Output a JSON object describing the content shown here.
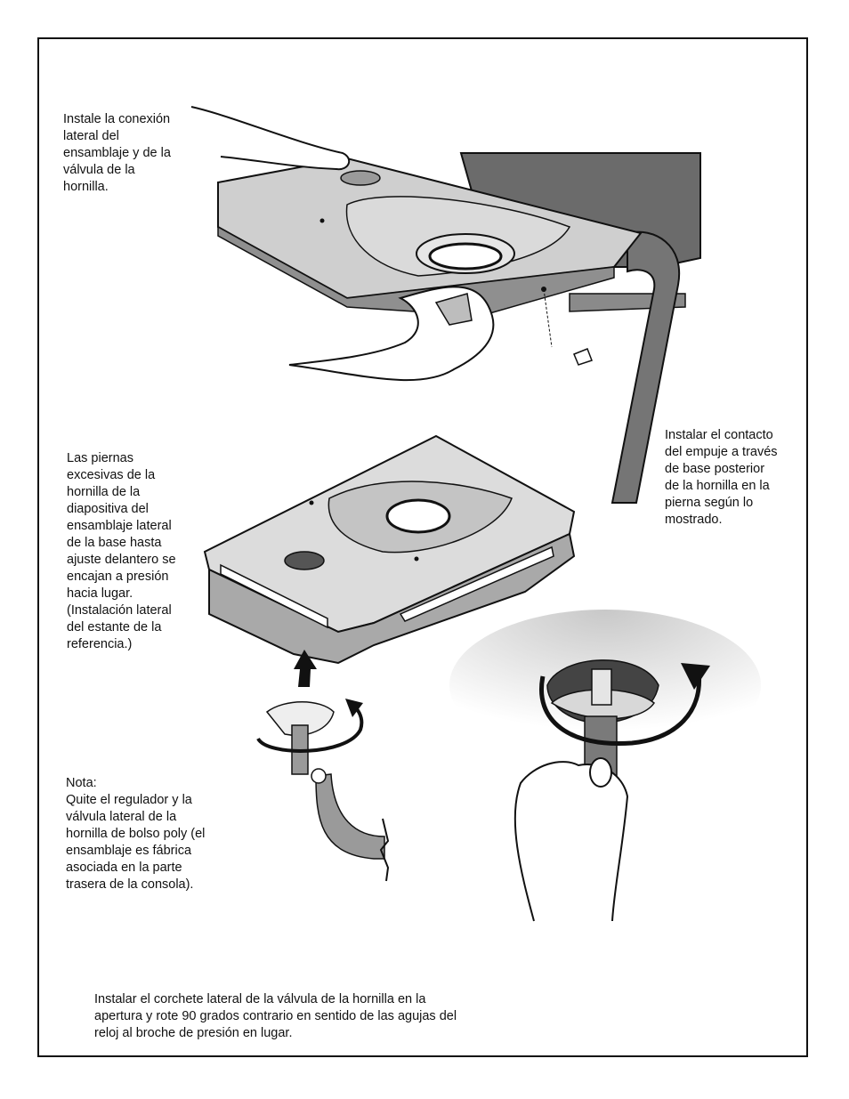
{
  "notes": {
    "top": "Instale la conexión\nlateral del\nensamblaje y de la\nválvula de la\nhornilla.",
    "right": "Instalar el contacto\ndel empuje a través\nde base posterior\nde la hornilla en la\npierna según lo\nmostrado.",
    "middle": "Las piernas\nexcesivas de la\nhornilla de la\ndiapositiva del\nensamblaje lateral\nde la base hasta\najuste delantero se\nencajan a presión\nhacia lugar.\n(Instalación lateral\ndel estante de la\nreferencia.)",
    "nota": "Nota:\nQuite el regulador y la\nválvula lateral de la\nhornilla de bolso poly (el\nensamblaje es fábrica\nasociada en la parte\ntrasera de la consola).",
    "bottom": "Instalar el corchete lateral de la válvula de la hornilla en la\napertura y rote 90 grados contrario en sentido de las agujas del\nreloj al broche de presión en lugar."
  }
}
